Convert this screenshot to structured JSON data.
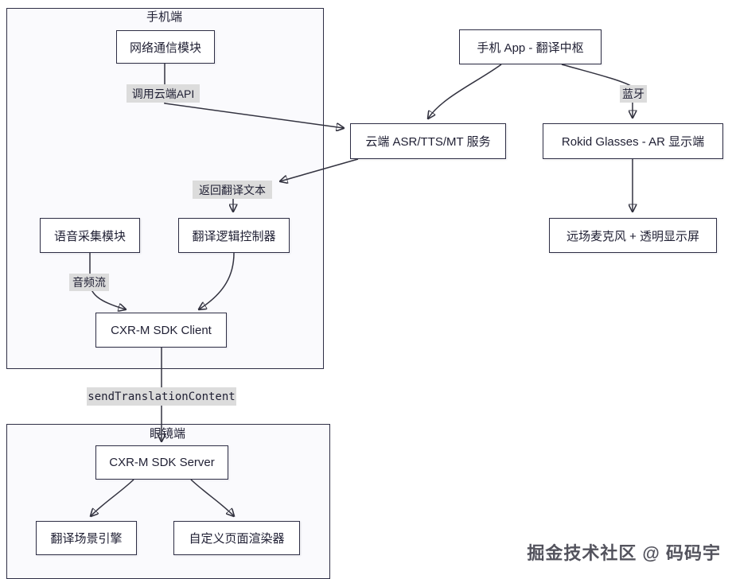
{
  "containers": {
    "phone": {
      "label": "手机端"
    },
    "glasses": {
      "label": "眼镜端"
    }
  },
  "nodes": {
    "network_module": {
      "label": "网络通信模块"
    },
    "phone_app": {
      "label": "手机 App - 翻译中枢"
    },
    "cloud_service": {
      "label": "云端 ASR/TTS/MT 服务"
    },
    "rokid_glasses": {
      "label": "Rokid Glasses - AR 显示端"
    },
    "far_mic_display": {
      "label": "远场麦克风 + 透明显示屏"
    },
    "voice_capture": {
      "label": "语音采集模块"
    },
    "translation_controller": {
      "label": "翻译逻辑控制器"
    },
    "cxr_sdk_client": {
      "label": "CXR-M SDK Client"
    },
    "cxr_sdk_server": {
      "label": "CXR-M SDK Server"
    },
    "scene_engine": {
      "label": "翻译场景引擎"
    },
    "page_renderer": {
      "label": "自定义页面渲染器"
    }
  },
  "edge_labels": {
    "call_cloud_api": {
      "label": "调用云端API"
    },
    "bluetooth": {
      "label": "蓝牙"
    },
    "return_translation": {
      "label": "返回翻译文本"
    },
    "audio_stream": {
      "label": "音频流"
    },
    "send_translation_content": {
      "label": "sendTranslationContent"
    }
  },
  "watermark": {
    "text": "掘金技术社区 @ 码码宇"
  },
  "colors": {
    "line": "#333340",
    "node_border": "#2e2e45",
    "node_fill": "#ffffff",
    "edge_label_bg": "#dcdcdc",
    "text": "#1f1f33",
    "watermark": "#53535d"
  }
}
